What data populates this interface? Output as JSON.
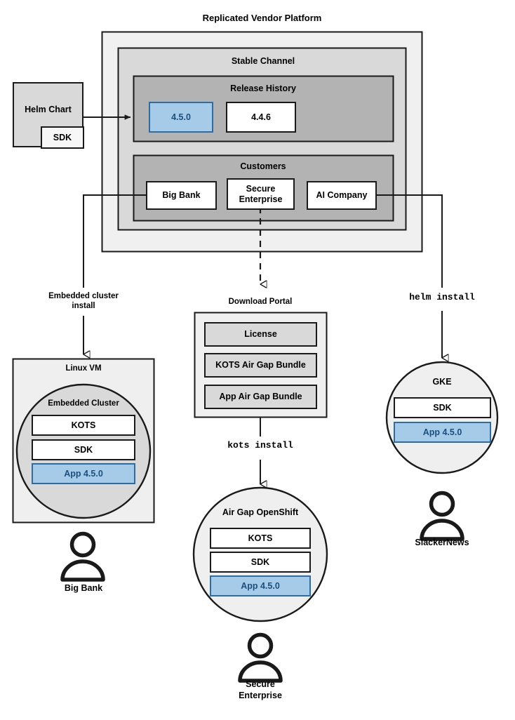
{
  "diagram": {
    "title": "Replicated Vendor Platform",
    "colors": {
      "blue_fill": "#a6cbe8",
      "blue_border": "#2e6da4",
      "blue_text": "#1b4f7e",
      "gray_outer": "#f0f0f0",
      "gray_mid": "#d9d9d9",
      "gray_inner": "#b3b3b3",
      "stroke": "#1a1a1a",
      "white": "#ffffff"
    }
  },
  "helm_chart": {
    "label": "Helm Chart",
    "sdk_label": "SDK"
  },
  "platform": {
    "title": "Replicated Vendor Platform",
    "stable_channel": {
      "title": "Stable Channel",
      "release_history": {
        "title": "Release History",
        "releases": [
          {
            "version": "4.5.0",
            "highlighted": true
          },
          {
            "version": "4.4.6",
            "highlighted": false
          }
        ]
      },
      "customers": {
        "title": "Customers",
        "items": [
          {
            "name": "Big Bank"
          },
          {
            "name": "Secure\nEnterprise"
          },
          {
            "name": "AI Company"
          }
        ]
      }
    }
  },
  "flows": {
    "left": {
      "label": "Embedded cluster\ninstall",
      "style": "solid"
    },
    "middle": {
      "label": "kots install",
      "style": "mono"
    },
    "right": {
      "label": "helm install",
      "style": "mono"
    }
  },
  "left_branch": {
    "host": {
      "title": "Linux VM",
      "cluster_title": "Embedded Cluster",
      "components": [
        {
          "label": "KOTS",
          "highlighted": false
        },
        {
          "label": "SDK",
          "highlighted": false
        },
        {
          "label": "App 4.5.0",
          "highlighted": true
        }
      ]
    },
    "user": {
      "name": "Big Bank",
      "icon": "person-icon"
    }
  },
  "middle_branch": {
    "portal": {
      "title": "Download Portal",
      "artifacts": [
        {
          "label": "License"
        },
        {
          "label": "KOTS Air Gap Bundle"
        },
        {
          "label": "App Air Gap Bundle"
        }
      ]
    },
    "cluster": {
      "title": "Air Gap OpenShift",
      "components": [
        {
          "label": "KOTS",
          "highlighted": false
        },
        {
          "label": "SDK",
          "highlighted": false
        },
        {
          "label": "App 4.5.0",
          "highlighted": true
        }
      ]
    },
    "user": {
      "name": "Secure\nEnterprise",
      "icon": "person-icon"
    }
  },
  "right_branch": {
    "cluster": {
      "title": "GKE",
      "components": [
        {
          "label": "SDK",
          "highlighted": false
        },
        {
          "label": "App 4.5.0",
          "highlighted": true
        }
      ]
    },
    "user": {
      "name": "SlackerNews",
      "icon": "person-icon"
    }
  }
}
